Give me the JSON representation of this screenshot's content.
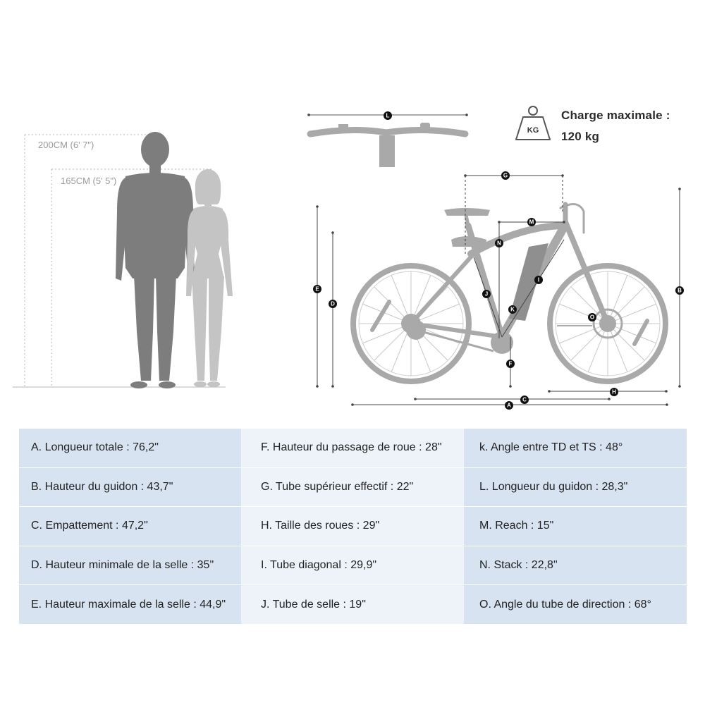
{
  "heights": {
    "man": "200CM (6' 7\")",
    "woman": "165CM (5' 5\")"
  },
  "max_load": {
    "label": "Charge maximale :",
    "value": "120 kg",
    "weight_icon_text": "KG"
  },
  "dimension_letters": {
    "L": "L",
    "G": "G",
    "M": "M",
    "N": "N",
    "J": "J",
    "I": "I",
    "K": "K",
    "O": "O",
    "F": "F",
    "E": "E",
    "D": "D",
    "B": "B",
    "H": "H",
    "C": "C",
    "A": "A"
  },
  "specs": {
    "rows": [
      [
        "A. Longueur totale : 76,2\"",
        "F. Hauteur du passage de roue : 28\"",
        "k. Angle entre TD et TS : 48°"
      ],
      [
        "B. Hauteur du guidon : 43,7\"",
        "G. Tube supérieur effectif : 22\"",
        "L. Longueur du guidon : 28,3\""
      ],
      [
        "C. Empattement : 47,2\"",
        "H. Taille des roues : 29\"",
        "M. Reach : 15\""
      ],
      [
        "D. Hauteur minimale de la selle : 35\"",
        "I. Tube diagonal : 29,9\"",
        "N. Stack : 22,8\""
      ],
      [
        "E. Hauteur maximale de la selle : 44,9\"",
        "J. Tube de selle : 19\"",
        "O. Angle du tube de direction : 68°"
      ]
    ]
  },
  "colors": {
    "man": "#7d7d7d",
    "woman": "#c4c4c4",
    "bike": "#a9a9a9",
    "table_dark": "#d8e3f1",
    "table_light": "#eef3fa"
  }
}
